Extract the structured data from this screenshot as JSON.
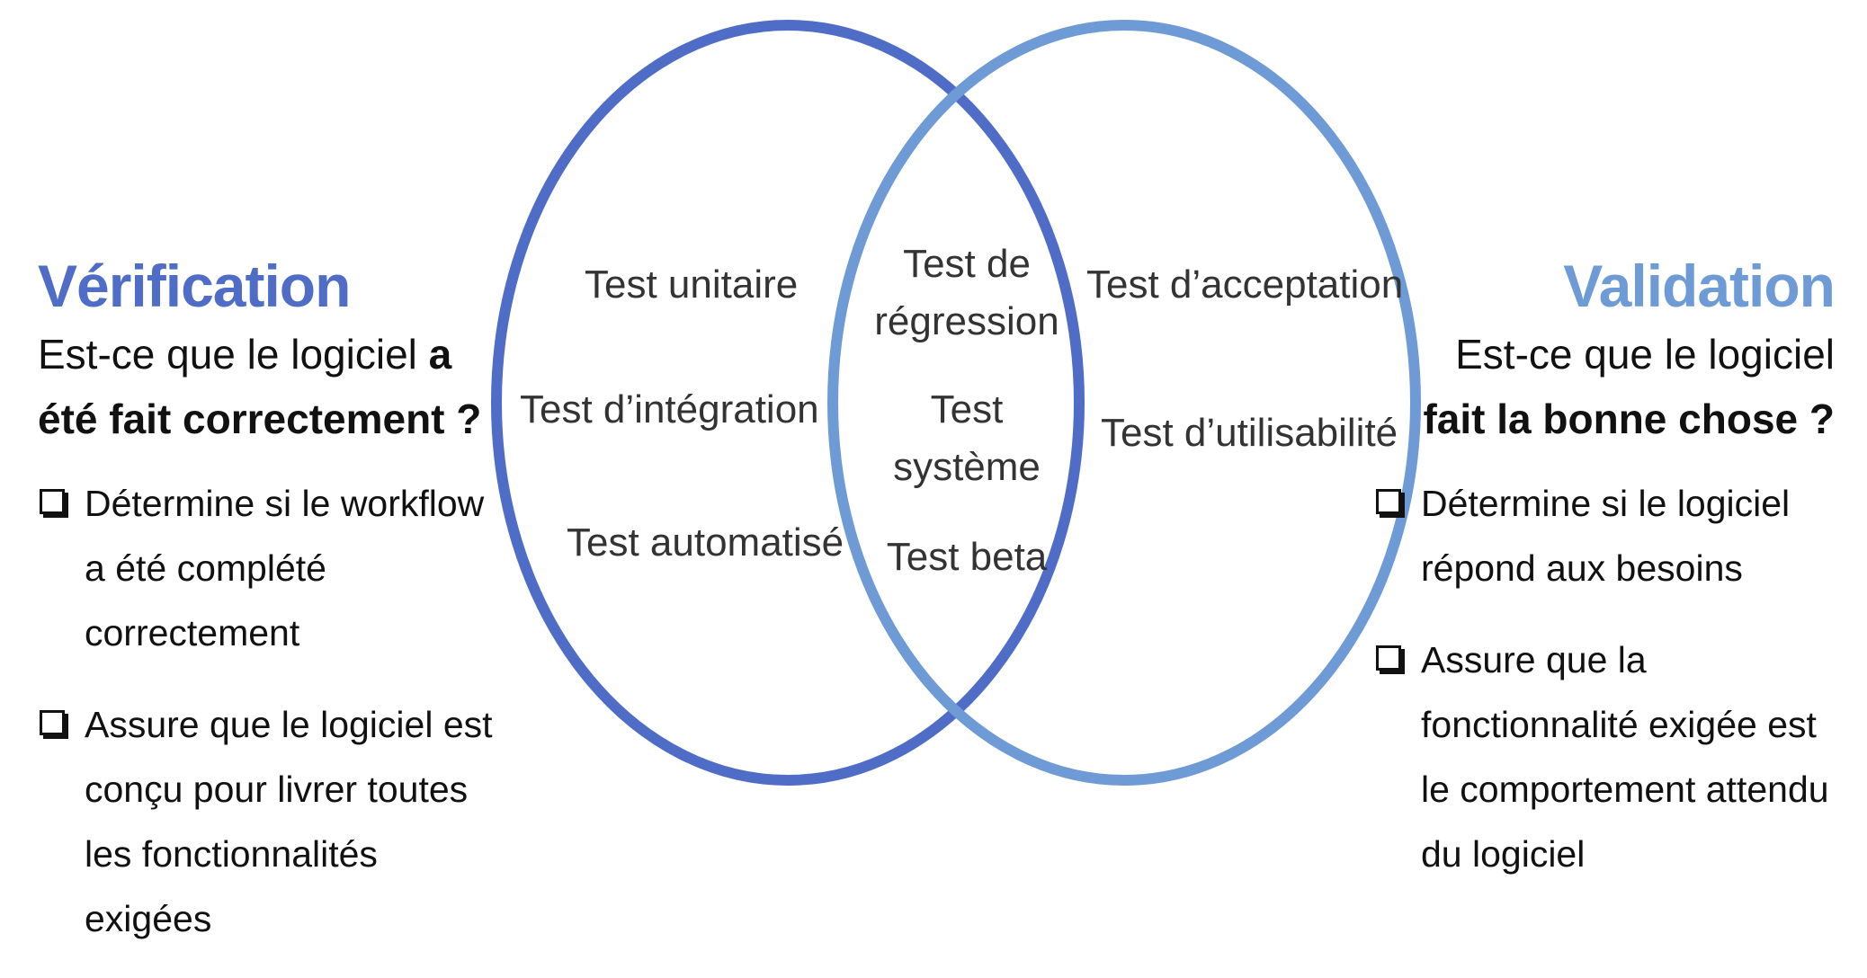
{
  "colors": {
    "verification": "#4f6cc6",
    "validation": "#6e9ad6",
    "text": "#111111"
  },
  "verification": {
    "title": "Vérification",
    "question_line1": "Est-ce que le logiciel ",
    "question_bold1": "a",
    "question_bold2": "été fait correctement ?",
    "bullets": [
      "Détermine si le workflow a été complété correctement",
      "Assure que le logiciel est conçu pour livrer toutes les fonctionnalités exigées"
    ]
  },
  "validation": {
    "title": "Validation",
    "question_line1": "Est-ce que le logiciel",
    "question_bold": "fait la bonne chose ?",
    "bullets": [
      "Détermine si le logiciel répond aux besoins",
      "Assure que la fonctionnalité exigée est le comportement attendu du logiciel"
    ]
  },
  "venn": {
    "left_only": [
      "Test unitaire",
      "Test d’intégration",
      "Test automatisé"
    ],
    "overlap": [
      "Test de régression",
      "Test système",
      "Test beta"
    ],
    "right_only": [
      "Test d’acceptation",
      "Test d’utilisabilité"
    ]
  }
}
